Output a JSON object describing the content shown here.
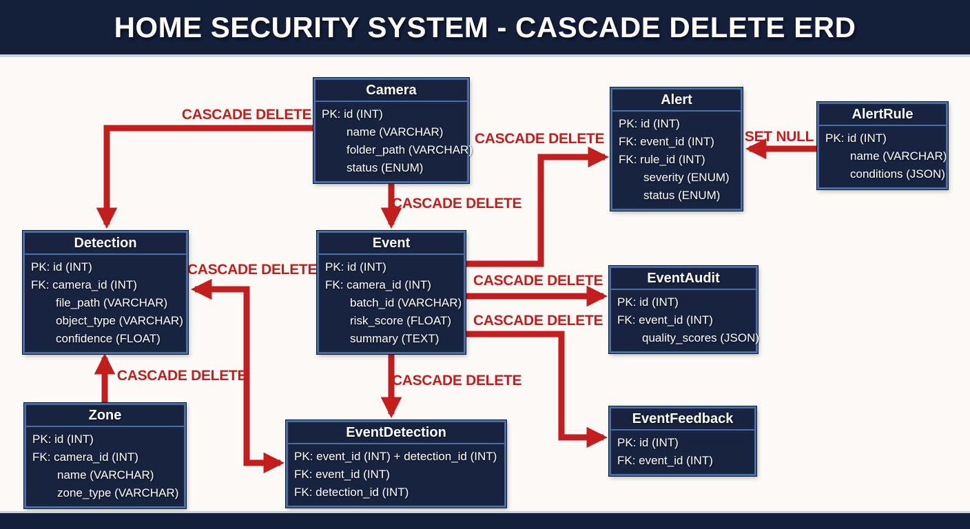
{
  "title": "HOME SECURITY SYSTEM - CASCADE DELETE ERD",
  "colors": {
    "navy_bar": "#141f3a",
    "entity_fill": "#17233f",
    "entity_border": "#4a6da4",
    "arrow_red": "#c41d1d",
    "background": "#fbfaf6",
    "text": "#ffffff"
  },
  "entities": {
    "camera": {
      "title": "Camera",
      "fields": [
        "PK: id (INT)",
        "name (VARCHAR)",
        "folder_path (VARCHAR)",
        "status (ENUM)"
      ]
    },
    "alert": {
      "title": "Alert",
      "fields": [
        "PK: id (INT)",
        "FK: event_id (INT)",
        "FK: rule_id (INT)",
        "severity (ENUM)",
        "status (ENUM)"
      ]
    },
    "alert_rule": {
      "title": "AlertRule",
      "fields": [
        "PK: id (INT)",
        "name (VARCHAR)",
        "conditions (JSON)"
      ]
    },
    "detection": {
      "title": "Detection",
      "fields": [
        "PK: id (INT)",
        "FK: camera_id (INT)",
        "file_path (VARCHAR)",
        "object_type (VARCHAR)",
        "confidence (FLOAT)"
      ]
    },
    "event": {
      "title": "Event",
      "fields": [
        "PK: id (INT)",
        "FK: camera_id (INT)",
        "batch_id (VARCHAR)",
        "risk_score (FLOAT)",
        "summary (TEXT)"
      ]
    },
    "event_audit": {
      "title": "EventAudit",
      "fields": [
        "PK: id (INT)",
        "FK: event_id (INT)",
        "quality_scores (JSON)"
      ]
    },
    "zone": {
      "title": "Zone",
      "fields": [
        "PK: id (INT)",
        "FK: camera_id (INT)",
        "name (VARCHAR)",
        "zone_type (VARCHAR)"
      ]
    },
    "event_detection": {
      "title": "EventDetection",
      "fields": [
        "PK: event_id (INT) + detection_id (INT)",
        "FK: event_id (INT)",
        "FK: detection_id (INT)"
      ]
    },
    "event_feedback": {
      "title": "EventFeedback",
      "fields": [
        "PK: id (INT)",
        "FK: event_id (INT)"
      ]
    }
  },
  "relationships": [
    {
      "from": "Camera",
      "to": "Detection",
      "label": "CASCADE DELETE"
    },
    {
      "from": "Camera",
      "to": "Event",
      "label": "CASCADE DELETE"
    },
    {
      "from": "Event",
      "to": "Alert",
      "label": "CASCADE DELETE"
    },
    {
      "from": "Event",
      "to": "EventAudit",
      "label": "CASCADE DELETE"
    },
    {
      "from": "Event",
      "to": "EventFeedback",
      "label": "CASCADE DELETE"
    },
    {
      "from": "Event",
      "to": "EventDetection",
      "label": "CASCADE DELETE"
    },
    {
      "from": "Detection",
      "to": "EventDetection",
      "label": "CASCADE DELETE"
    },
    {
      "from": "Zone",
      "to": "Detection",
      "label": "CASCADE DELETE"
    },
    {
      "from": "AlertRule",
      "to": "Alert",
      "label": "SET NULL"
    }
  ]
}
